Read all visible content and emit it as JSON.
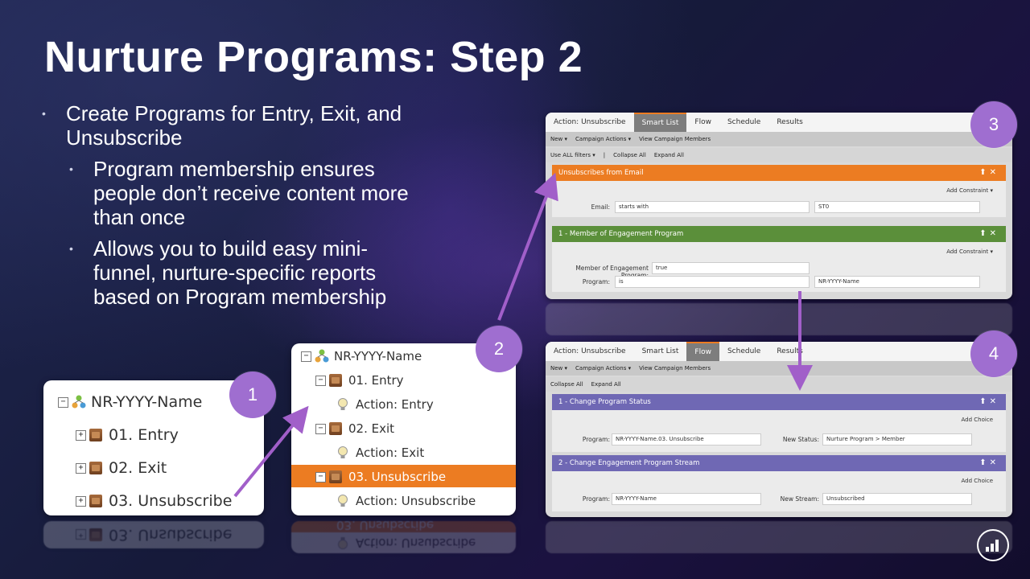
{
  "slide": {
    "title": "Nurture Programs: Step 2",
    "bullets": [
      {
        "text": "Create Programs for Entry, Exit, and Unsubscribe",
        "line1": "Create Programs for Entry, Exit, and",
        "line2": "Unsubscribe"
      },
      {
        "line1": "Program membership ensures",
        "line2": "people don’t receive content more",
        "line3": "than once"
      },
      {
        "line1": "Allows you to build easy mini-",
        "line2": "funnel, nurture-specific reports",
        "line3": "based on Program membership"
      }
    ],
    "badges": [
      "1",
      "2",
      "3",
      "4"
    ]
  },
  "tree1": {
    "root": "NR-YYYY-Name",
    "items": [
      "01. Entry",
      "02. Exit",
      "03. Unsubscribe"
    ],
    "reflection": "03. Unsubscribe"
  },
  "tree2": {
    "root": "NR-YYYY-Name",
    "items": [
      "01. Entry",
      "Action: Entry",
      "02. Exit",
      "Action: Exit",
      "03. Unsubscribe",
      "Action: Unsubscribe"
    ],
    "reflection": "Action: Unsubscribe",
    "reflection2": "03. Unsubscribe"
  },
  "panel3": {
    "tabs": [
      "Action: Unsubscribe",
      "Smart List",
      "Flow",
      "Schedule",
      "Results"
    ],
    "active_tab": "Smart List",
    "toolbar": {
      "new": "New ▾",
      "campaign_actions": "Campaign Actions ▾",
      "view_members": "View Campaign Members"
    },
    "toolbar2": {
      "use_all": "Use ALL filters ▾",
      "sep": "|",
      "collapse": "Collapse All",
      "expand": "Expand All"
    },
    "filter1": {
      "title": "Unsubscribes from Email",
      "add_constraint": "Add Constraint ▾",
      "label": "Email:",
      "operator": "starts with",
      "value": "ST0"
    },
    "filter2": {
      "title": "1 - Member of Engagement Program",
      "add_constraint": "Add Constraint ▾",
      "label1": "Member of Engagement Program:",
      "value1": "true",
      "label2": "Program:",
      "operator": "is",
      "value2": "NR-YYYY-Name"
    }
  },
  "panel4": {
    "tabs": [
      "Action: Unsubscribe",
      "Smart List",
      "Flow",
      "Schedule",
      "Results"
    ],
    "active_tab": "Flow",
    "toolbar": {
      "new": "New ▾",
      "campaign_actions": "Campaign Actions ▾",
      "view_members": "View Campaign Members"
    },
    "toolbar2": {
      "collapse": "Collapse All",
      "expand": "Expand All"
    },
    "step1": {
      "title": "1 - Change Program Status",
      "add_choice": "Add Choice",
      "label1": "Program:",
      "value1": "NR-YYYY-Name.03. Unsubscribe",
      "label2": "New Status:",
      "value2": "Nurture Program > Member"
    },
    "step2": {
      "title": "2 - Change Engagement Program Stream",
      "add_choice": "Add Choice",
      "label1": "Program:",
      "value1": "NR-YYYY-Name",
      "label2": "New Stream:",
      "value2": "Unsubscribed"
    }
  },
  "colors": {
    "accent": "#ec7c22",
    "badge": "#9f6ed0",
    "green_bar": "#5b8f3a",
    "purple_bar": "#6f68b4",
    "arrow": "#a15fc9"
  }
}
